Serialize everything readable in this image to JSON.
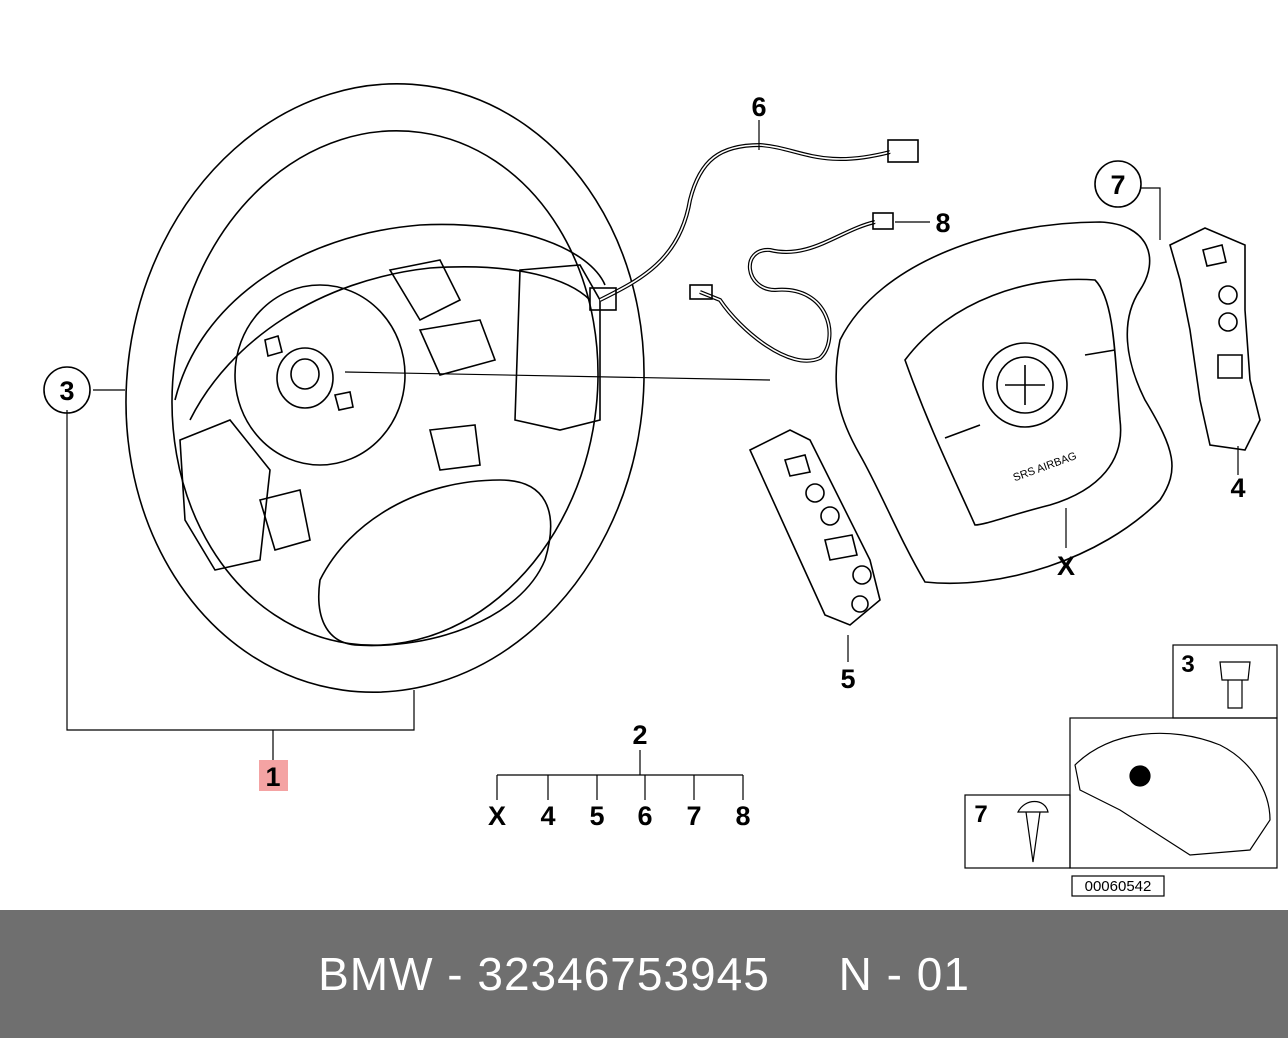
{
  "callouts": {
    "c1": "1",
    "c2": "2",
    "c3": "3",
    "c4": "4",
    "c5": "5",
    "c6": "6",
    "c7": "7",
    "c8": "8",
    "cx": "X"
  },
  "group_2": {
    "label": "2",
    "members": [
      "X",
      "4",
      "5",
      "6",
      "7",
      "8"
    ]
  },
  "inset": {
    "screw_3": "3",
    "screw_7": "7",
    "image_code": "00060542"
  },
  "airbag_text": "SRS AIRBAG",
  "footer": {
    "brand": "BMW",
    "part_number": "32346753945",
    "revision": "N - 01",
    "text": "BMW - 32346753945     N - 01"
  },
  "colors": {
    "highlight": "#f4a3a3",
    "footer_bg": "#6f6f6f"
  }
}
